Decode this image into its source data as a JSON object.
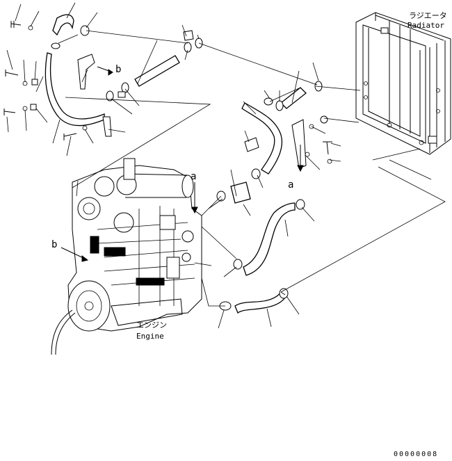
{
  "labels": {
    "radiator_jp": "ラジエータ",
    "radiator_en": "Radiator",
    "engine_jp": "エンジン",
    "engine_en": "Engine",
    "ref_a_top": "a",
    "ref_a_mid": "a",
    "ref_b_top": "b",
    "ref_b_left": "b"
  },
  "figure_code": "00000008"
}
